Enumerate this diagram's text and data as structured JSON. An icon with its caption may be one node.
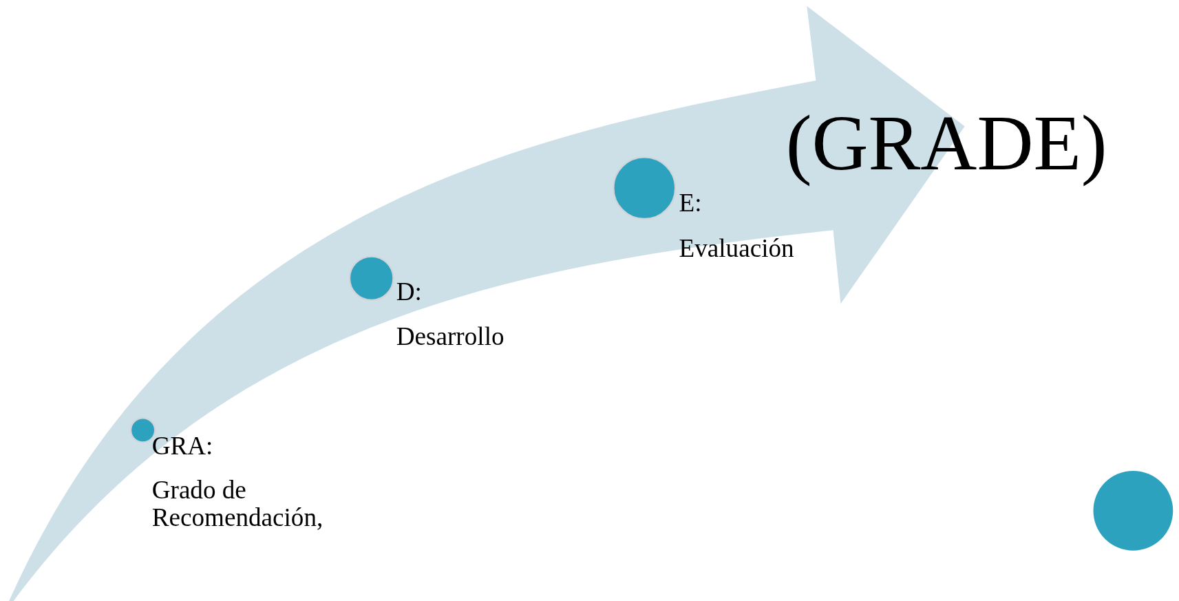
{
  "diagram": {
    "title": "(GRADE)",
    "nodes": [
      {
        "text": [],
        "shape": "circle",
        "beside": [
          "GRA:",
          "Grado de Recomendación,"
        ]
      },
      {
        "text": [],
        "shape": "circle",
        "beside": [
          "D:",
          "Desarrollo"
        ]
      },
      {
        "text": [],
        "shape": "circle",
        "beside": [
          "E:",
          "Evaluación"
        ]
      },
      {
        "text": [],
        "shape": "circle"
      }
    ],
    "edges": []
  }
}
